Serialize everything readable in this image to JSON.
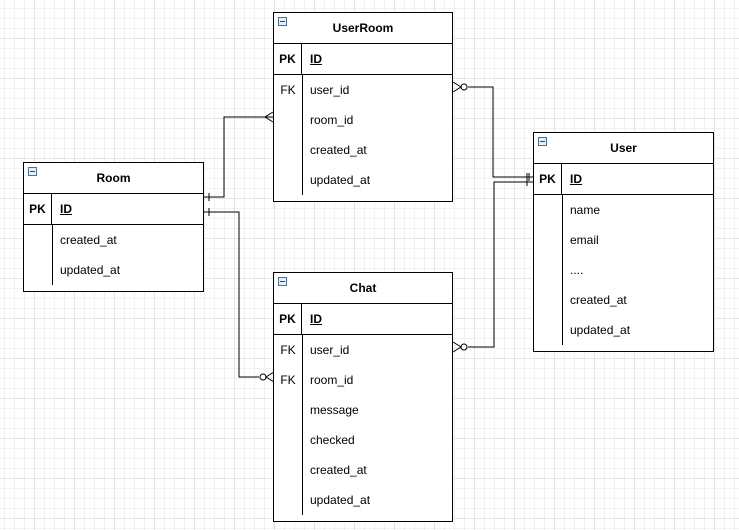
{
  "entities": {
    "user_room": {
      "title": "UserRoom",
      "pk": {
        "key": "PK",
        "field": "ID"
      },
      "rows": [
        {
          "key": "FK",
          "field": "user_id"
        },
        {
          "key": "",
          "field": "room_id"
        },
        {
          "key": "",
          "field": "created_at"
        },
        {
          "key": "",
          "field": "updated_at"
        }
      ]
    },
    "room": {
      "title": "Room",
      "pk": {
        "key": "PK",
        "field": "ID"
      },
      "rows": [
        {
          "key": "",
          "field": "created_at"
        },
        {
          "key": "",
          "field": "updated_at"
        }
      ]
    },
    "user": {
      "title": "User",
      "pk": {
        "key": "PK",
        "field": "ID"
      },
      "rows": [
        {
          "key": "",
          "field": "name"
        },
        {
          "key": "",
          "field": "email"
        },
        {
          "key": "",
          "field": "...."
        },
        {
          "key": "",
          "field": "created_at"
        },
        {
          "key": "",
          "field": "updated_at"
        }
      ]
    },
    "chat": {
      "title": "Chat",
      "pk": {
        "key": "PK",
        "field": "ID"
      },
      "rows": [
        {
          "key": "FK",
          "field": "user_id"
        },
        {
          "key": "FK",
          "field": "room_id"
        },
        {
          "key": "",
          "field": "message"
        },
        {
          "key": "",
          "field": "checked"
        },
        {
          "key": "",
          "field": "created_at"
        },
        {
          "key": "",
          "field": "updated_at"
        }
      ]
    }
  },
  "relationships": [
    {
      "from": "Room",
      "to": "UserRoom",
      "type": "one-to-many"
    },
    {
      "from": "User",
      "to": "UserRoom",
      "type": "one-to-zero-or-many"
    },
    {
      "from": "Room",
      "to": "Chat",
      "type": "one-to-zero-or-many"
    },
    {
      "from": "User",
      "to": "Chat",
      "type": "one-to-zero-or-many"
    }
  ]
}
